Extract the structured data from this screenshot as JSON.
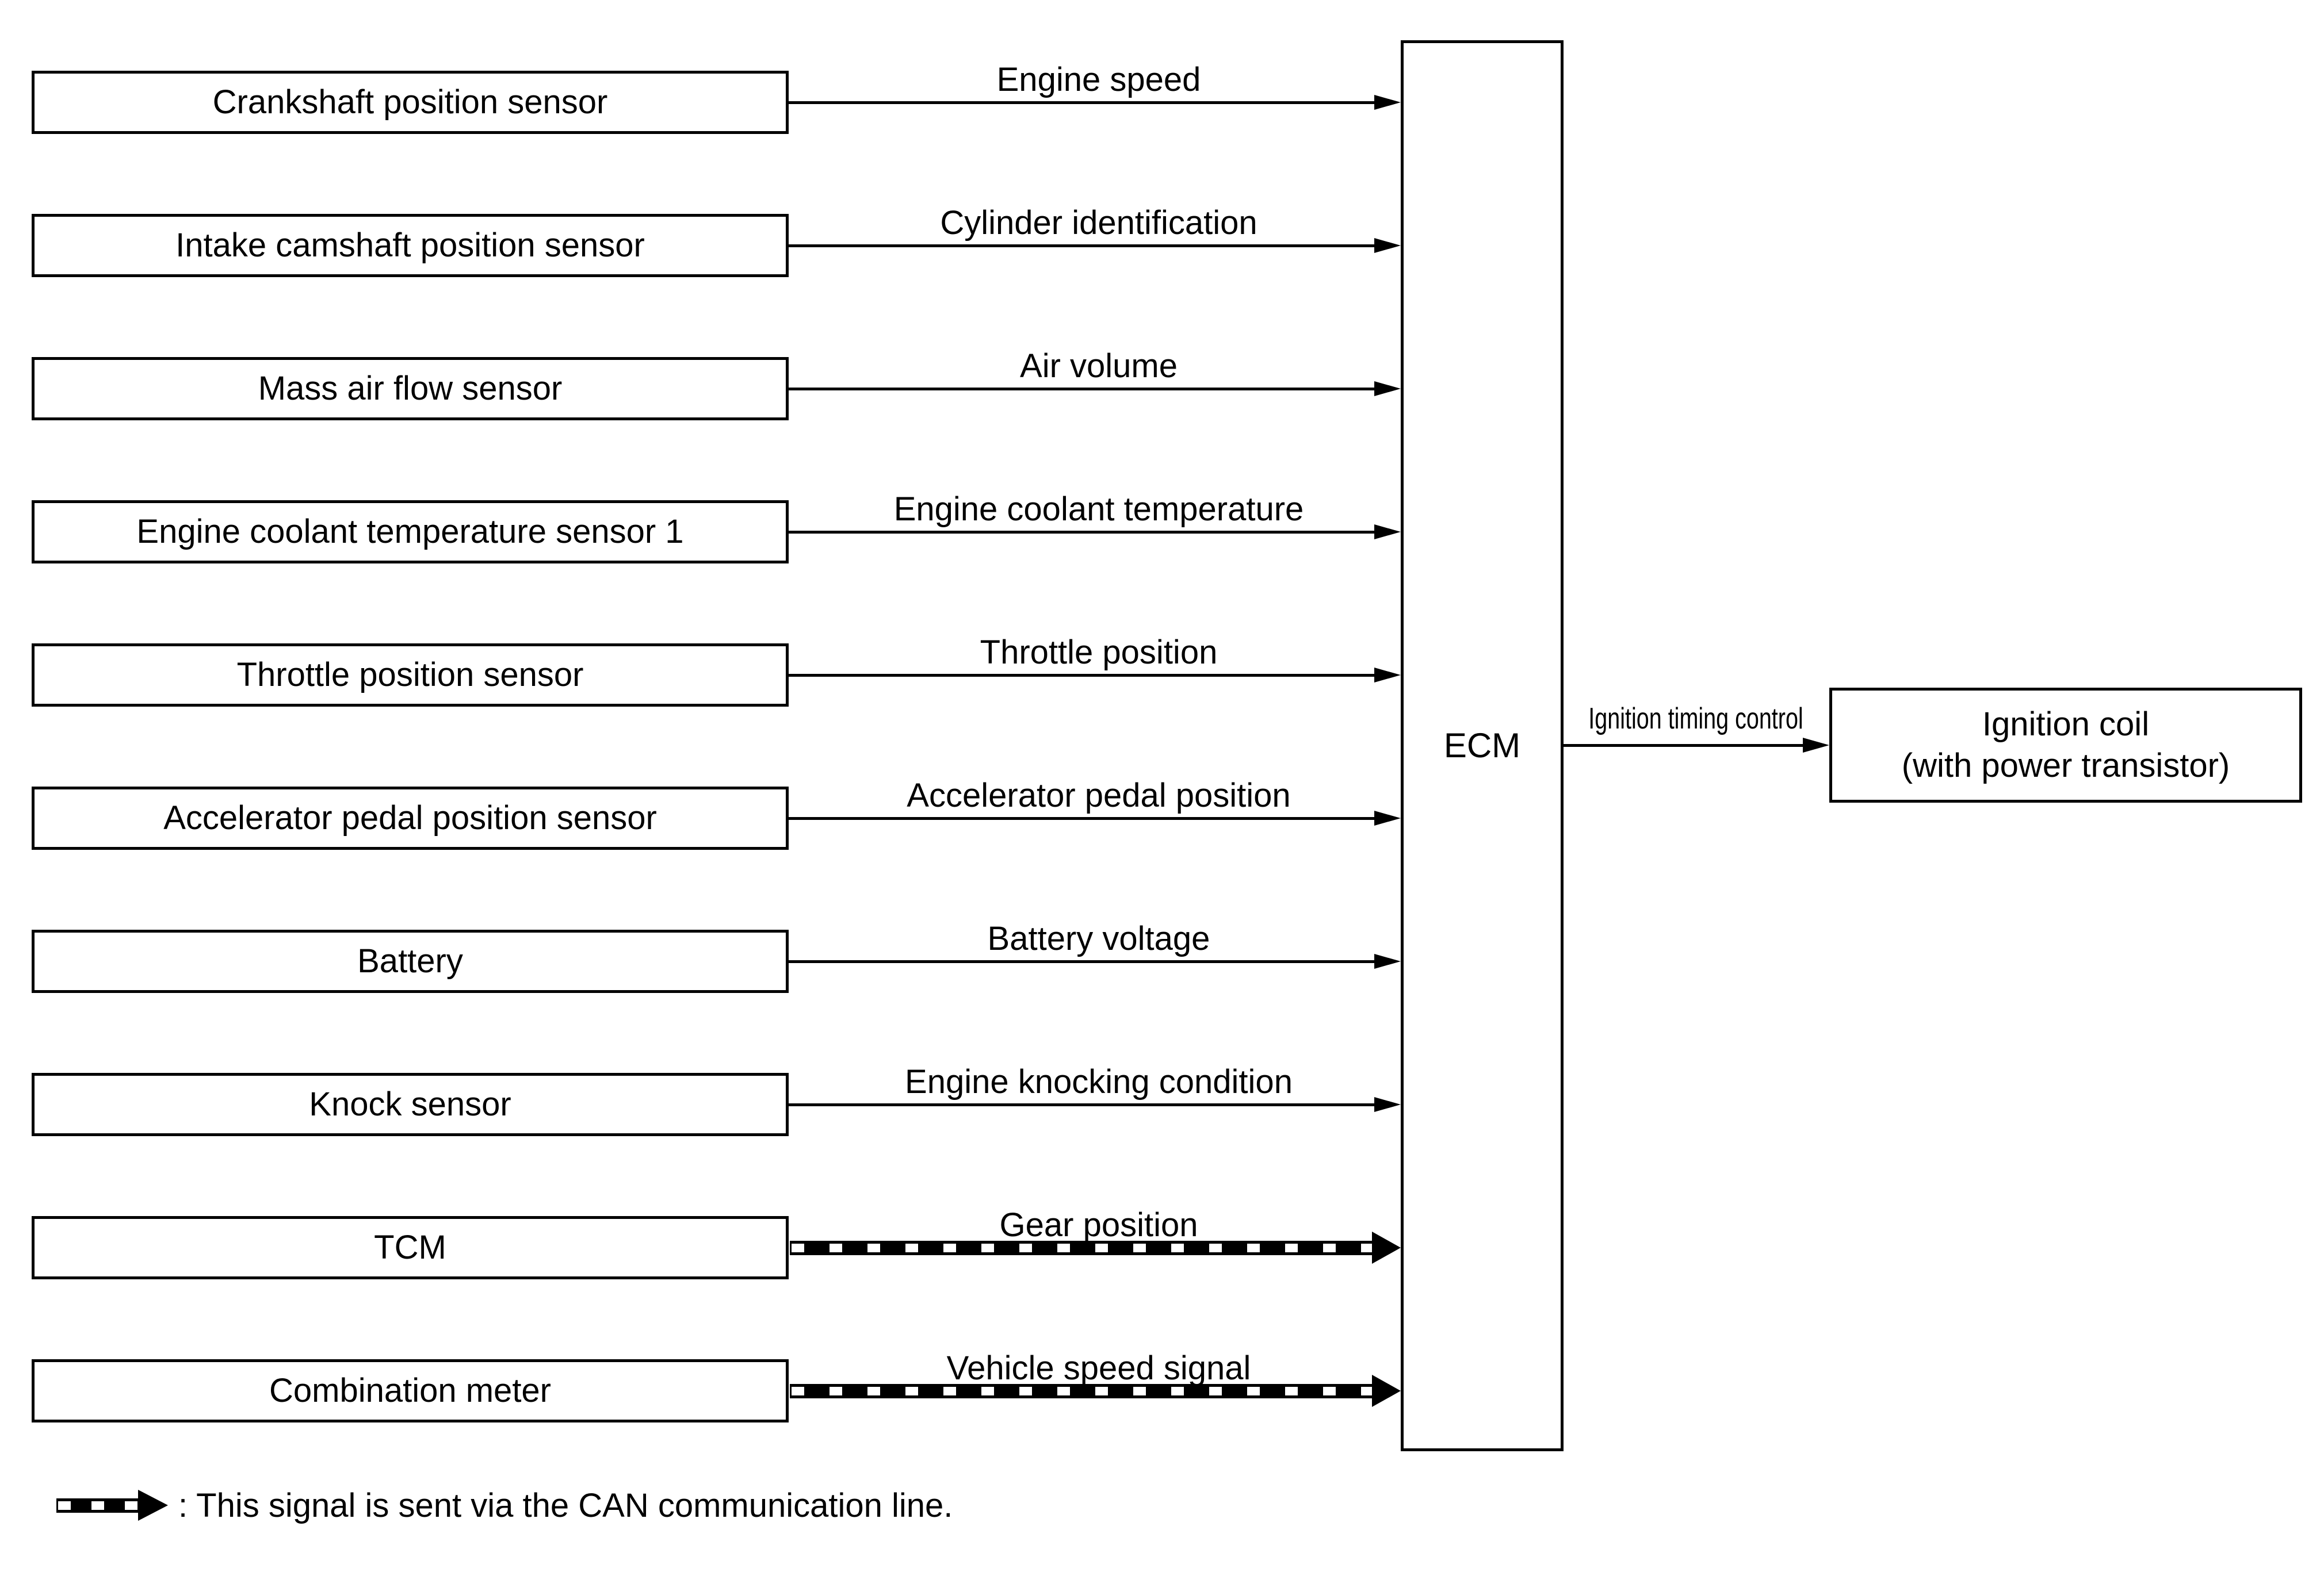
{
  "diagram": {
    "title_hint": "ECM ignition control signal flow diagram",
    "colors": {
      "ink": "#000000",
      "background": "#ffffff"
    },
    "rows": [
      {
        "source": "Crankshaft position sensor",
        "signal": "Engine speed",
        "can": false
      },
      {
        "source": "Intake camshaft position sensor",
        "signal": "Cylinder identification",
        "can": false
      },
      {
        "source": "Mass air flow sensor",
        "signal": "Air volume",
        "can": false
      },
      {
        "source": "Engine coolant temperature sensor 1",
        "signal": "Engine coolant temperature",
        "can": false
      },
      {
        "source": "Throttle position sensor",
        "signal": "Throttle position",
        "can": false
      },
      {
        "source": "Accelerator pedal position sensor",
        "signal": "Accelerator pedal position",
        "can": false
      },
      {
        "source": "Battery",
        "signal": "Battery voltage",
        "can": false
      },
      {
        "source": "Knock sensor",
        "signal": "Engine knocking condition",
        "can": false
      },
      {
        "source": "TCM",
        "signal": "Gear position",
        "can": true
      },
      {
        "source": "Combination meter",
        "signal": "Vehicle speed signal",
        "can": true
      }
    ],
    "ecm_label": "ECM",
    "output_signal": "Ignition timing control",
    "output_box": {
      "line1": "Ignition coil",
      "line2": "(with power transistor)"
    },
    "legend": {
      "text": ": This signal is sent via the CAN communication line."
    }
  }
}
